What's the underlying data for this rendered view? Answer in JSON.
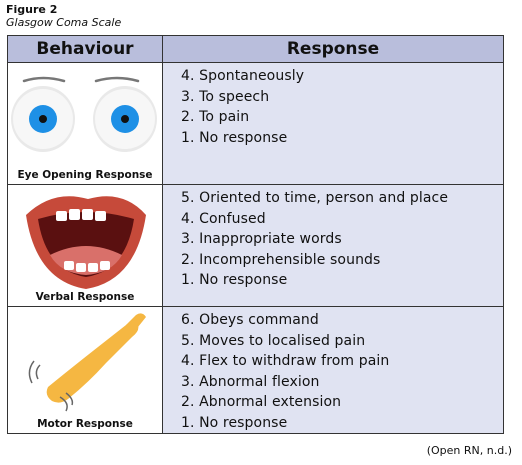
{
  "figure": {
    "label": "Figure 2",
    "caption": "Glasgow Coma Scale"
  },
  "table": {
    "headers": {
      "behaviour": "Behaviour",
      "response": "Response"
    },
    "rows": [
      {
        "behaviour": "Eye Opening Response",
        "icon": "eyes-icon",
        "responses": [
          "4. Spontaneously",
          "3. To speech",
          "2. To pain",
          "1. No response"
        ]
      },
      {
        "behaviour": "Verbal Response",
        "icon": "mouth-icon",
        "responses": [
          "5. Oriented to time, person and place",
          "4. Confused",
          "3. Inappropriate words",
          "2. Incomprehensible sounds",
          "1. No response"
        ]
      },
      {
        "behaviour": "Motor Response",
        "icon": "arm-icon",
        "responses": [
          "6. Obeys command",
          "5. Moves to localised pain",
          "4. Flex to withdraw from pain",
          "3. Abnormal flexion",
          "2. Abnormal extension",
          "1. No response"
        ]
      }
    ]
  },
  "source": "(Open RN, n.d.)",
  "colors": {
    "header_bg": "#b9bedc",
    "response_bg": "#e0e3f2",
    "iris": "#1e90e6",
    "mouth_lip": "#c64a3a",
    "arm": "#f5b742"
  }
}
